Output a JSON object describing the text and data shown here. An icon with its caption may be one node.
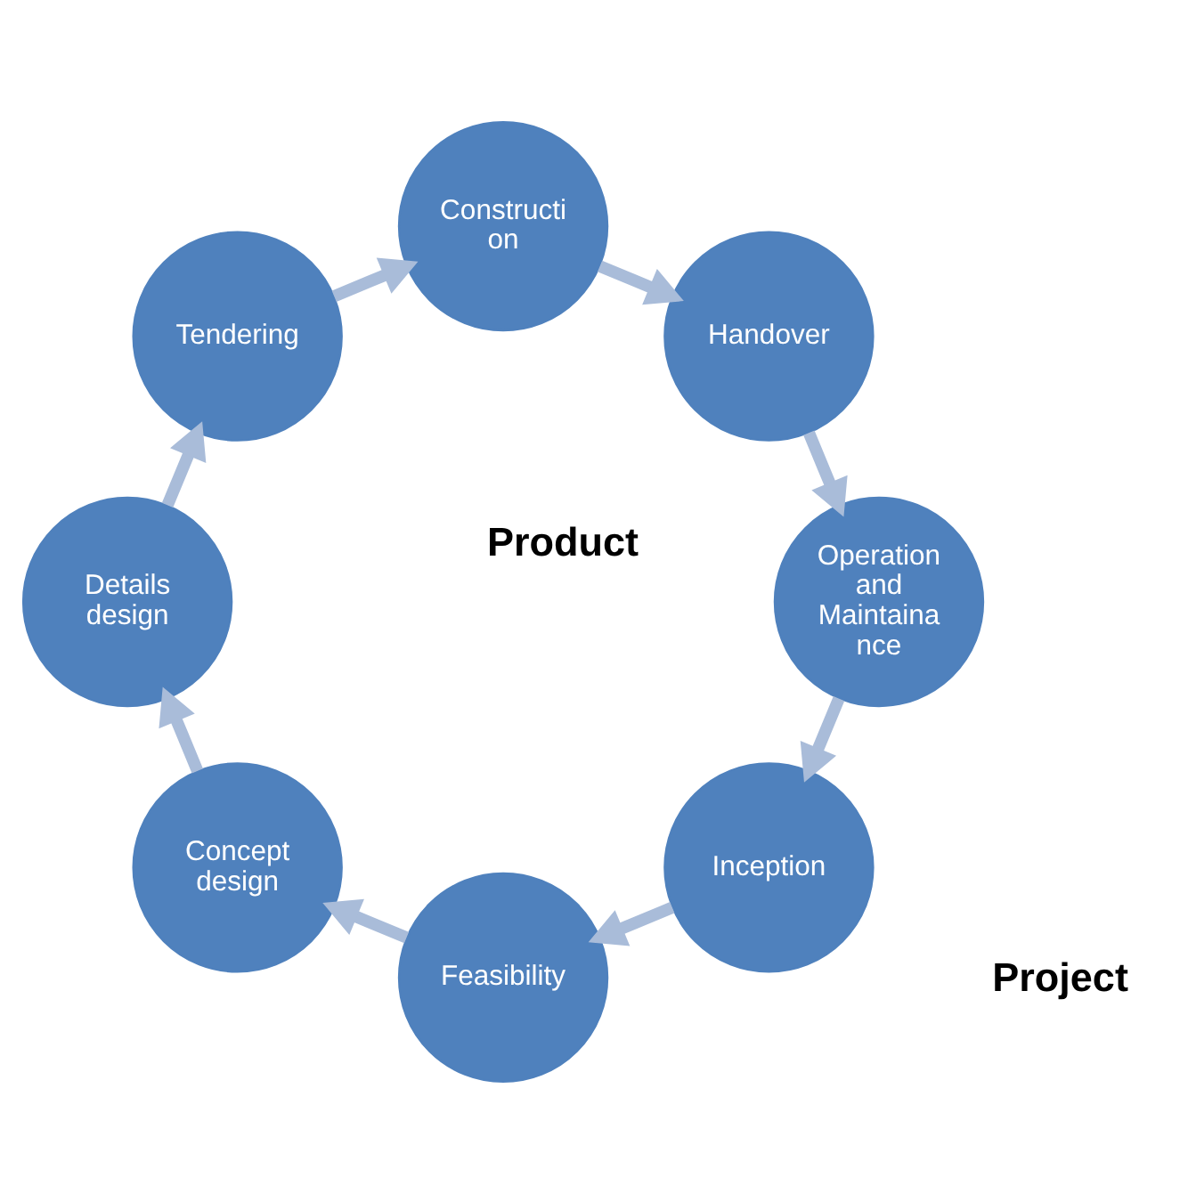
{
  "diagram": {
    "nodes": [
      {
        "text": [
          "Inception"
        ]
      },
      {
        "text": [
          "Feasibility"
        ]
      },
      {
        "text": [
          "Concept design"
        ]
      },
      {
        "text": [
          "Details design"
        ]
      },
      {
        "text": [
          "Tendering"
        ]
      },
      {
        "text": [
          "Constructi on"
        ]
      },
      {
        "text": [
          "Handover"
        ]
      },
      {
        "text": [
          "Operation and Maintaina nce"
        ]
      }
    ],
    "edges": [
      {
        "from": 0,
        "to": 1,
        "arrow": "to"
      },
      {
        "from": 1,
        "to": 2,
        "arrow": "to"
      },
      {
        "from": 2,
        "to": 3,
        "arrow": "to"
      },
      {
        "from": 3,
        "to": 4,
        "arrow": "to"
      },
      {
        "from": 4,
        "to": 5,
        "arrow": "to"
      },
      {
        "from": 5,
        "to": 6,
        "arrow": "to"
      },
      {
        "from": 6,
        "to": 7,
        "arrow": "to"
      },
      {
        "from": 7,
        "to": 0,
        "arrow": "to"
      }
    ],
    "labels": [
      "Product",
      "Project"
    ]
  }
}
